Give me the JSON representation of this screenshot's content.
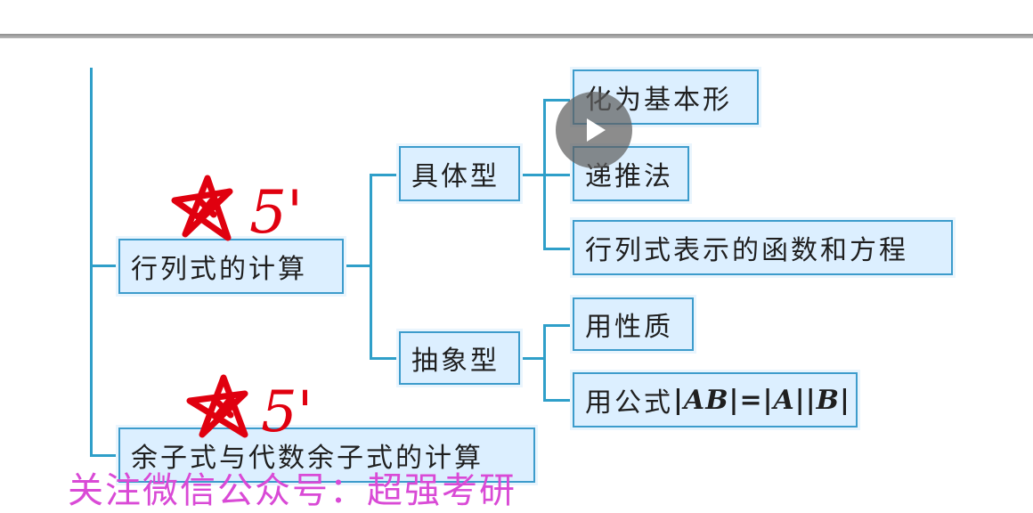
{
  "diagram": {
    "nodes": {
      "calc": "行列式的计算",
      "concrete": "具体型",
      "abstract": "抽象型",
      "basic_form": "化为基本形",
      "recursion": "递推法",
      "func_eq": "行列式表示的函数和方程",
      "use_props": "用性质",
      "use_formula_prefix": "用公式",
      "use_formula_expr": "|AB|=|A||B|",
      "cofactor": "余子式与代数余子式的计算"
    },
    "annotations": {
      "mark_1": "5'",
      "mark_2": "5'"
    },
    "colors": {
      "node_fill": "#dcefff",
      "node_border": "#3d9ccc",
      "connector": "#2f9fc9",
      "annotation_ink": "#e0000f",
      "footer_text": "#d94ad6"
    }
  },
  "footer": {
    "text": "关注微信公众号：超强考研"
  },
  "player": {
    "play_icon": "play-icon"
  }
}
